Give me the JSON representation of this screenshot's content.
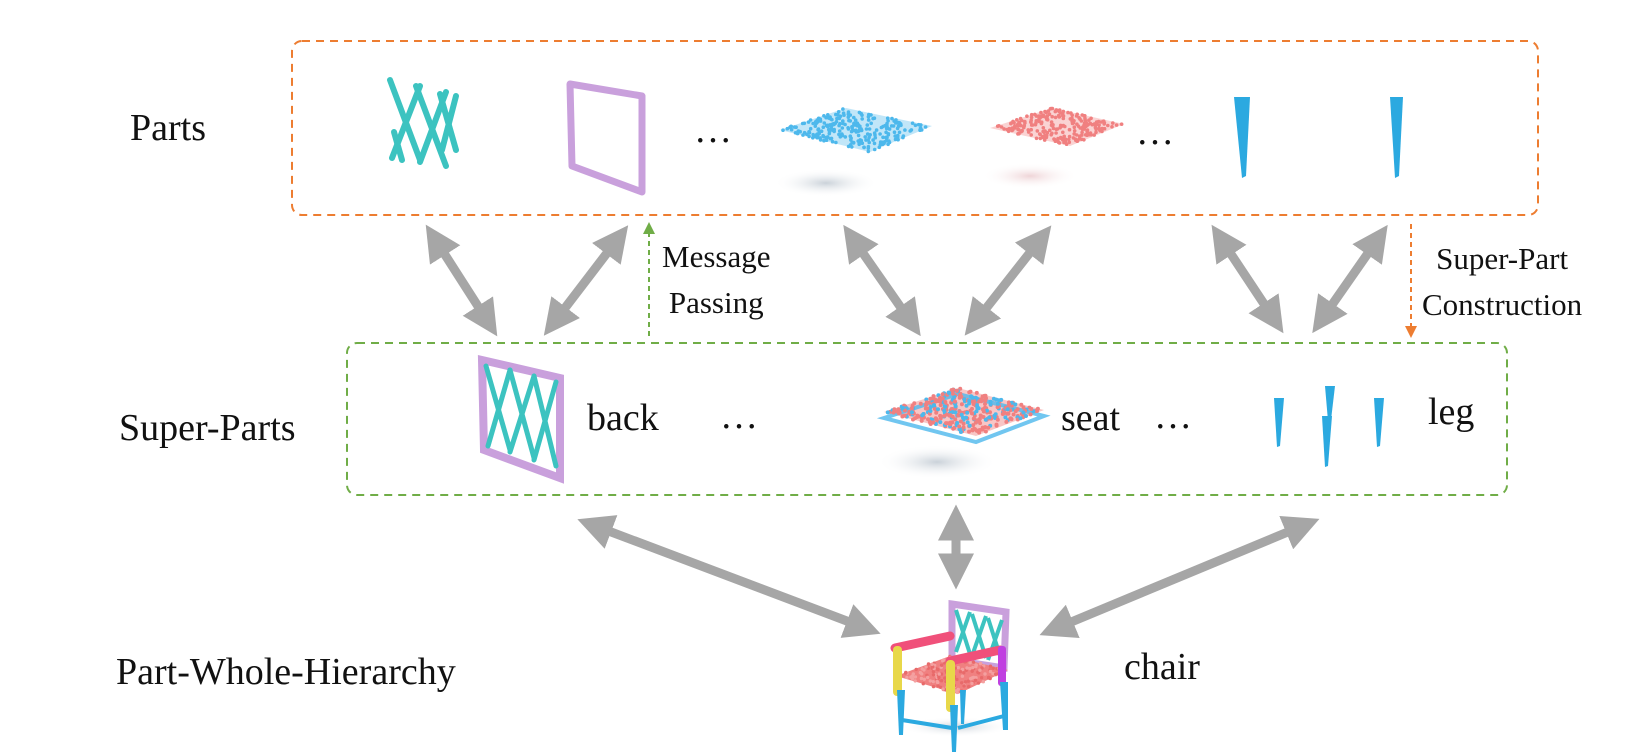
{
  "rows": {
    "parts": "Parts",
    "super_parts": "Super-Parts",
    "hierarchy": "Part-Whole-Hierarchy"
  },
  "annotations": {
    "message_passing": [
      "Message",
      "Passing"
    ],
    "super_part_construction": [
      "Super-Part",
      "Construction"
    ]
  },
  "super_part_labels": {
    "back": "back",
    "seat": "seat",
    "leg": "leg"
  },
  "whole_label": "chair",
  "ellipsis": "…",
  "colors": {
    "parts_box": "#ED7D31",
    "super_parts_box": "#70AD47",
    "arrow": "#A6A6A6",
    "back_part_cross": "#3CC3C0",
    "back_part_frame": "#C9A0DC",
    "seat_part_blue": "#4DB8EC",
    "seat_part_pink": "#F08080",
    "leg_part": "#2BA9E0",
    "chair_pink_rail": "#F0507A",
    "chair_yellow": "#E8D84A",
    "chair_magenta": "#C040E0"
  },
  "icons": [
    "double-arrow",
    "dashed-arrow",
    "point-cloud",
    "chair"
  ]
}
